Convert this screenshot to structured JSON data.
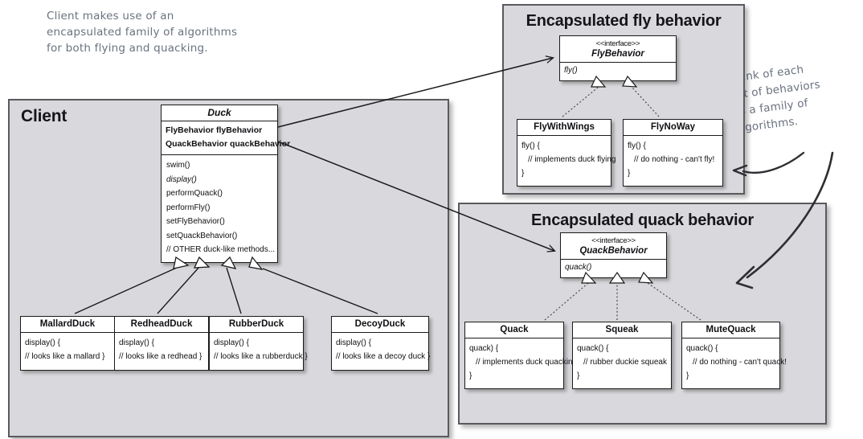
{
  "annotations": {
    "left_note": "Client makes use of an\nencapsulated family of algorithms\nfor both flying and quacking.",
    "right_note": "Think of each\nset of behaviors\nas a family of\nalgorithms."
  },
  "panels": {
    "client": {
      "title": "Client"
    },
    "fly": {
      "title": "Encapsulated fly behavior"
    },
    "quack": {
      "title": "Encapsulated quack behavior"
    }
  },
  "classes": {
    "duck": {
      "name": "Duck",
      "fields": [
        "FlyBehavior flyBehavior",
        "QuackBehavior quackBehavior"
      ],
      "methods": [
        "swim()",
        "display()",
        "performQuack()",
        "performFly()",
        "setFlyBehavior()",
        "setQuackBehavior()",
        "// OTHER duck-like methods..."
      ]
    },
    "mallard_duck": {
      "name": "MallardDuck",
      "body": [
        "display() {",
        "// looks like a mallard }"
      ]
    },
    "redhead_duck": {
      "name": "RedheadDuck",
      "body": [
        "display() {",
        "// looks like a redhead }"
      ]
    },
    "rubber_duck": {
      "name": "RubberDuck",
      "body": [
        "display() {",
        "// looks like a rubberduck }"
      ]
    },
    "decoy_duck": {
      "name": "DecoyDuck",
      "body": [
        "display() {",
        "// looks like a decoy duck }"
      ]
    },
    "fly_behavior": {
      "stereotype": "<<interface>>",
      "name": "FlyBehavior",
      "methods": [
        "fly()"
      ]
    },
    "fly_with_wings": {
      "name": "FlyWithWings",
      "body": [
        "fly() {",
        "// implements duck flying",
        "}"
      ]
    },
    "fly_no_way": {
      "name": "FlyNoWay",
      "body": [
        "fly() {",
        "// do nothing - can't fly!",
        "}"
      ]
    },
    "quack_behavior": {
      "stereotype": "<<interface>>",
      "name": "QuackBehavior",
      "methods": [
        "quack()"
      ]
    },
    "quack": {
      "name": "Quack",
      "body": [
        "quack) {",
        "// implements duck quacking",
        "}"
      ]
    },
    "squeak": {
      "name": "Squeak",
      "body": [
        "quack() {",
        "// rubber duckie squeak",
        "}"
      ]
    },
    "mute_quack": {
      "name": "MuteQuack",
      "body": [
        "quack() {",
        "// do nothing - can't quack!",
        "}"
      ]
    }
  },
  "colors": {
    "panel_fill": "#d9d9dd",
    "panel_border": "#5a5a5e",
    "box_fill": "#ffffff",
    "box_border": "#1b1b1b",
    "annotation_text": "#6b7280",
    "title_text": "#15151a"
  }
}
